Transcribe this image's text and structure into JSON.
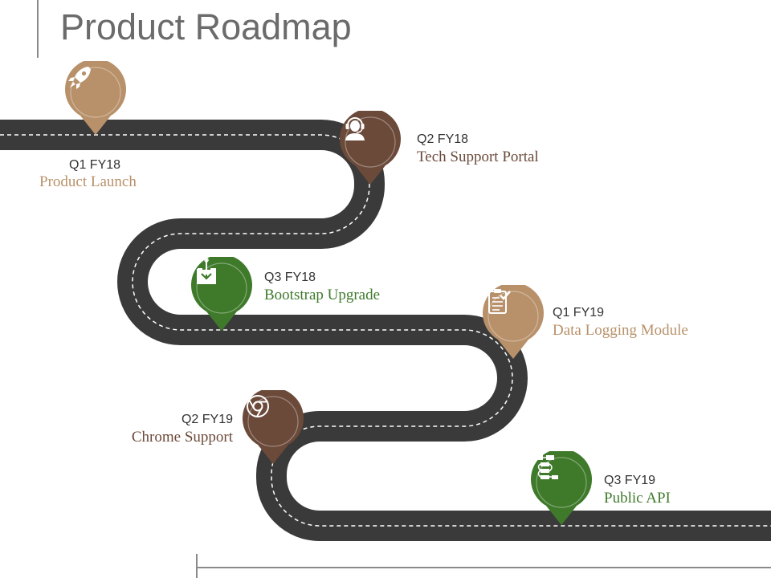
{
  "title": "Product Roadmap",
  "colors": {
    "road": "#3a3a3a",
    "road_dash": "#ffffff",
    "tan": "#b8916a",
    "brown": "#6b4a3a",
    "green": "#3f7a2b"
  },
  "milestones": [
    {
      "quarter": "Q1 FY18",
      "name": "Product Launch",
      "color": "tan",
      "icon": "rocket-icon"
    },
    {
      "quarter": "Q2 FY18",
      "name": "Tech Support Portal",
      "color": "brown",
      "icon": "support-agent-icon"
    },
    {
      "quarter": "Q3 FY18",
      "name": "Bootstrap Upgrade",
      "color": "green",
      "icon": "download-tray-icon"
    },
    {
      "quarter": "Q1 FY19",
      "name": "Data Logging Module",
      "color": "tan",
      "icon": "clipboard-check-icon"
    },
    {
      "quarter": "Q2 FY19",
      "name": "Chrome Support",
      "color": "brown",
      "icon": "chrome-icon"
    },
    {
      "quarter": "Q3 FY19",
      "name": "Public API",
      "color": "green",
      "icon": "flowchart-icon"
    }
  ]
}
